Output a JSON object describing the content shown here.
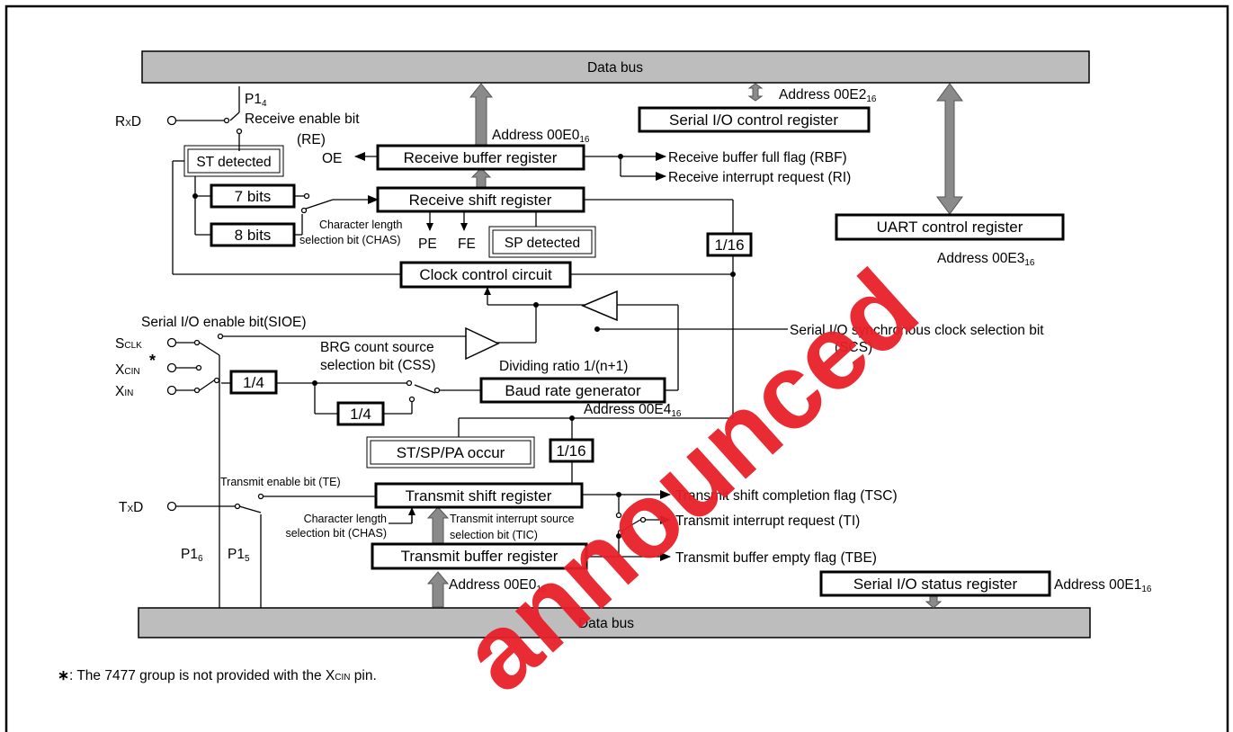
{
  "bus": {
    "top_label": "Data bus",
    "bottom_label": "Data bus"
  },
  "registers": {
    "serial_io_control": "Serial I/O control register",
    "uart_control": "UART control register",
    "receive_buffer": "Receive buffer register",
    "receive_shift": "Receive shift register",
    "clock_control": "Clock control circuit",
    "baud_rate": "Baud rate generator",
    "transmit_shift": "Transmit shift register",
    "transmit_buffer": "Transmit buffer register",
    "serial_io_status": "Serial I/O status register"
  },
  "addresses": {
    "e2": {
      "main": "Address 00E2",
      "sub": "16"
    },
    "e0_top": {
      "main": "Address 00E0",
      "sub": "16"
    },
    "e3": {
      "main": "Address 00E3",
      "sub": "16"
    },
    "e4": {
      "main": "Address 00E4",
      "sub": "16"
    },
    "e0_bottom": {
      "main": "Address 00E0",
      "sub": "16"
    },
    "e1": {
      "main": "Address 00E1",
      "sub": "16"
    }
  },
  "pins": {
    "rxd": {
      "main": "R",
      "sub": "X",
      "tail": "D"
    },
    "txd": {
      "main": "T",
      "sub": "X",
      "tail": "D"
    },
    "sclk": {
      "main": "S",
      "sub": "CLK"
    },
    "xcin": {
      "main": "X",
      "sub": "CIN",
      "star": "*"
    },
    "xin": {
      "main": "X",
      "sub": "IN"
    },
    "p14": {
      "main": "P1",
      "sub": "4"
    },
    "p16": {
      "main": "P1",
      "sub": "6"
    },
    "p15": {
      "main": "P1",
      "sub": "5"
    }
  },
  "labels": {
    "receive_enable": "Receive enable bit",
    "re": "(RE)",
    "st_detected": "ST detected",
    "oe": "OE",
    "rbf": "Receive buffer full flag (RBF)",
    "ri": "Receive interrupt request (RI)",
    "bits7": "7 bits",
    "bits8": "8 bits",
    "char_len_1": "Character length",
    "char_len_2": "selection bit (CHAS)",
    "pe": "PE",
    "fe": "FE",
    "sp_detected": "SP detected",
    "div16_a": "1/16",
    "div16_b": "1/16",
    "div4_a": "1/4",
    "div4_b": "1/4",
    "sioe": "Serial I/O enable bit(SIOE)",
    "scs_1": "Serial I/O synchronous clock selection bit",
    "scs_2": "(SCS)",
    "brg_1": "BRG count source",
    "brg_2": "selection bit (CSS)",
    "dividing": "Dividing ratio 1/(n+1)",
    "stsppa": "ST/SP/PA occur",
    "te": "Transmit enable bit (TE)",
    "tsc": "Transmit shift completion flag (TSC)",
    "tic_1": "Transmit interrupt source",
    "tic_2": "selection bit (TIC)",
    "ti": "Transmit interrupt request (TI)",
    "tbe": "Transmit buffer empty flag (TBE)",
    "char_len_t1": "Character length",
    "char_len_t2": "selection bit (CHAS)"
  },
  "footnote": {
    "mark": "∗",
    "text_a": ": The 7477 group is not provided with the X",
    "text_sub": "CIN",
    "text_b": " pin."
  },
  "watermark": "announced",
  "colors": {
    "bus_fill": "#bdbdbd",
    "arrow_fill": "#8a8a8a",
    "watermark": "#e8202a"
  }
}
